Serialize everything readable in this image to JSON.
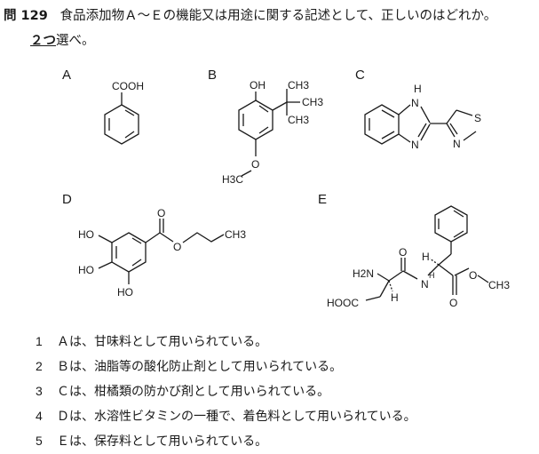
{
  "question": {
    "number": "問 129",
    "text": "食品添加物Ａ～Ｅの機能又は用途に関する記述として、正しいのはどれか。",
    "count": "２つ",
    "instruction": "選べ。"
  },
  "structures": {
    "A": {
      "label": "A",
      "atoms": [
        "COOH"
      ]
    },
    "B": {
      "label": "B",
      "atoms": [
        "OH",
        "CH3",
        "CH3",
        "CH3",
        "O",
        "H3C"
      ]
    },
    "C": {
      "label": "C",
      "atoms": [
        "H",
        "N",
        "N",
        "S",
        "N"
      ]
    },
    "D": {
      "label": "D",
      "atoms": [
        "HO",
        "HO",
        "HO",
        "O",
        "O",
        "CH3"
      ]
    },
    "E": {
      "label": "E",
      "atoms": [
        "H2N",
        "O",
        "H",
        "N",
        "H",
        "HOOC",
        "H",
        "O",
        "O",
        "CH3"
      ]
    }
  },
  "choices": [
    {
      "num": "1",
      "text": "Ａは、甘味料として用いられている。"
    },
    {
      "num": "2",
      "text": "Ｂは、油脂等の酸化防止剤として用いられている。"
    },
    {
      "num": "3",
      "text": "Ｃは、柑橘類の防かび剤として用いられている。"
    },
    {
      "num": "4",
      "text": "Ｄは、水溶性ビタミンの一種で、着色料として用いられている。"
    },
    {
      "num": "5",
      "text": "Ｅは、保存料として用いられている。"
    }
  ]
}
